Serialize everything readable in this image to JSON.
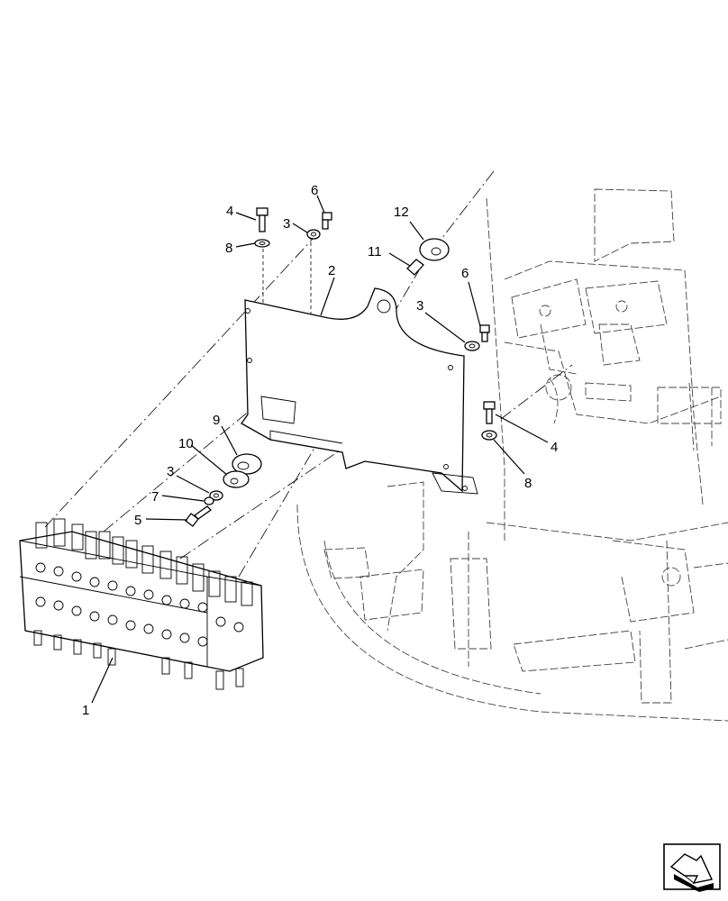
{
  "diagram": {
    "callouts": {
      "c1": "1",
      "c2": "2",
      "c3a": "3",
      "c3b": "3",
      "c3c": "3",
      "c4a": "4",
      "c4b": "4",
      "c5": "5",
      "c6a": "6",
      "c6b": "6",
      "c7": "7",
      "c8a": "8",
      "c8b": "8",
      "c9": "9",
      "c10": "10",
      "c11": "11",
      "c12": "12"
    },
    "nav_icon": "view-direction-arrow-icon"
  }
}
